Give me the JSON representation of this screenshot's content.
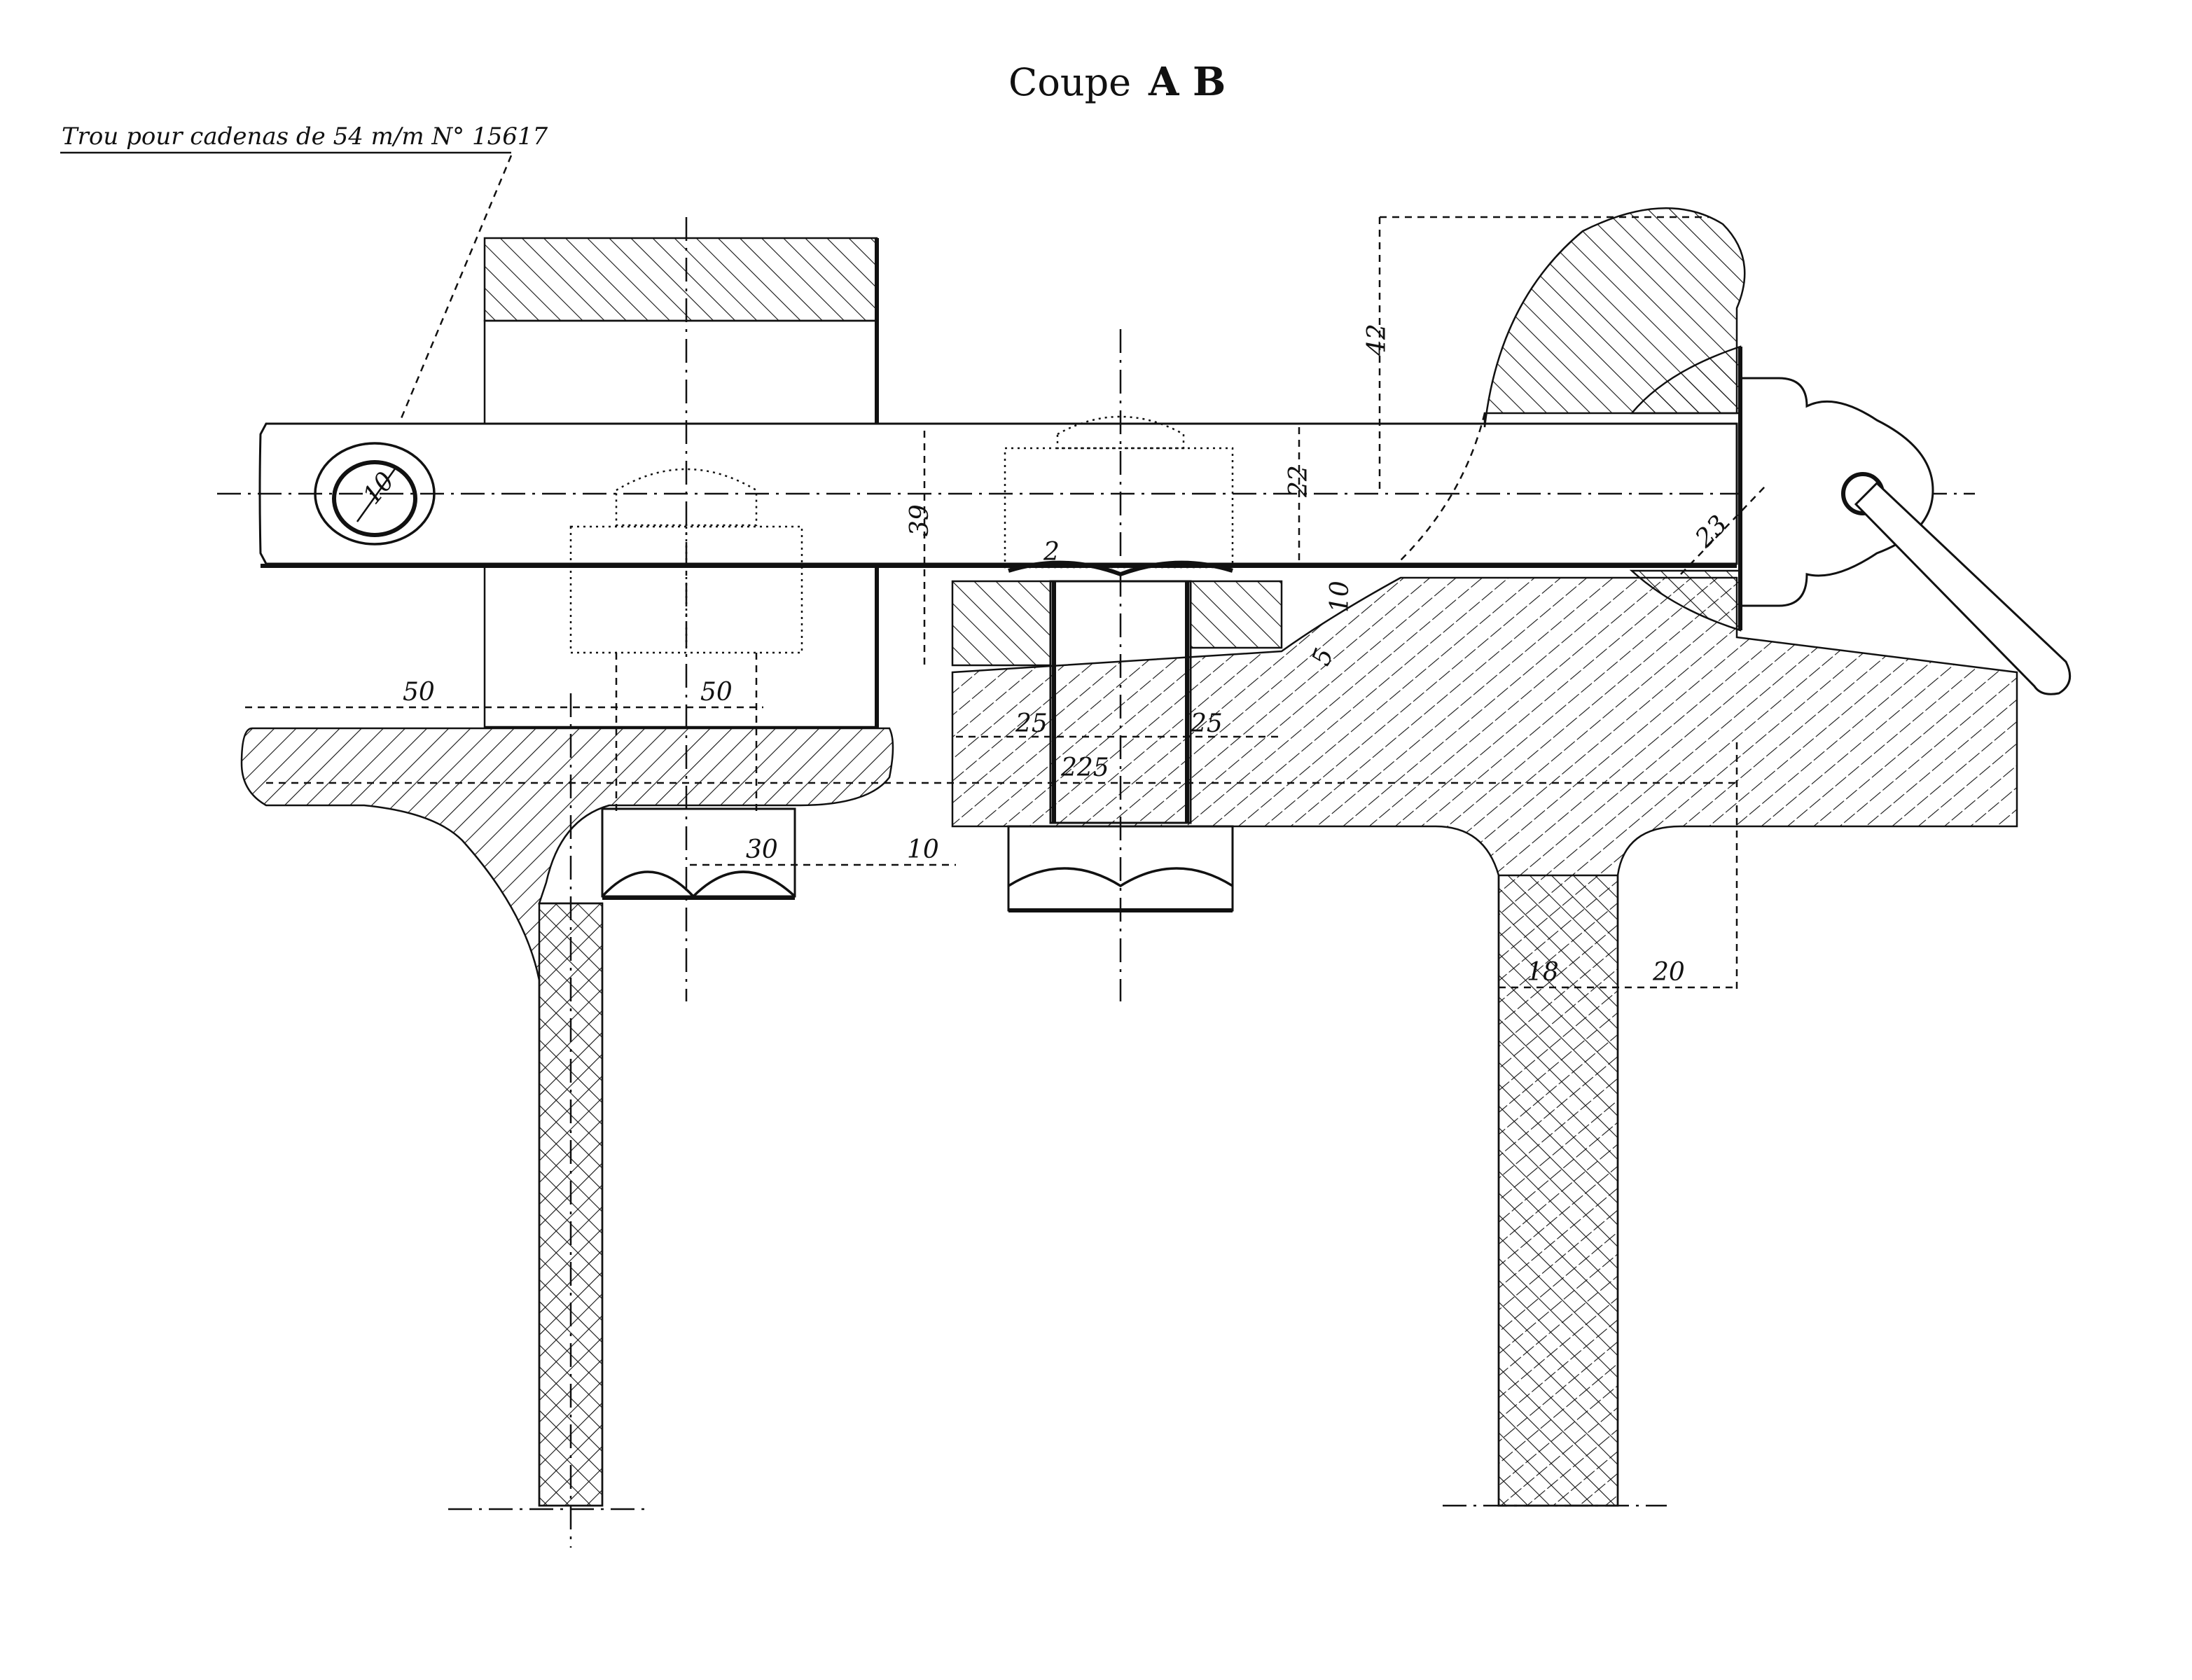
{
  "title": {
    "prefix": "Coupe",
    "letters": "A B"
  },
  "note": {
    "label": "Trou pour cadenas de 54 m/m N° 15617"
  },
  "dimensions": {
    "pin_hole": "10",
    "top_height": "42",
    "bar_thickness": "22",
    "bolt_height": "39",
    "washer": "2",
    "gap": "10",
    "slope": "5",
    "pin_dia": "23",
    "left_50": "50",
    "right_50": "50",
    "nut_30": "30",
    "clear_10": "10",
    "block_25_left": "25",
    "block_25_right": "25",
    "overall_225": "225",
    "web_18": "18",
    "offset_20": "20"
  }
}
